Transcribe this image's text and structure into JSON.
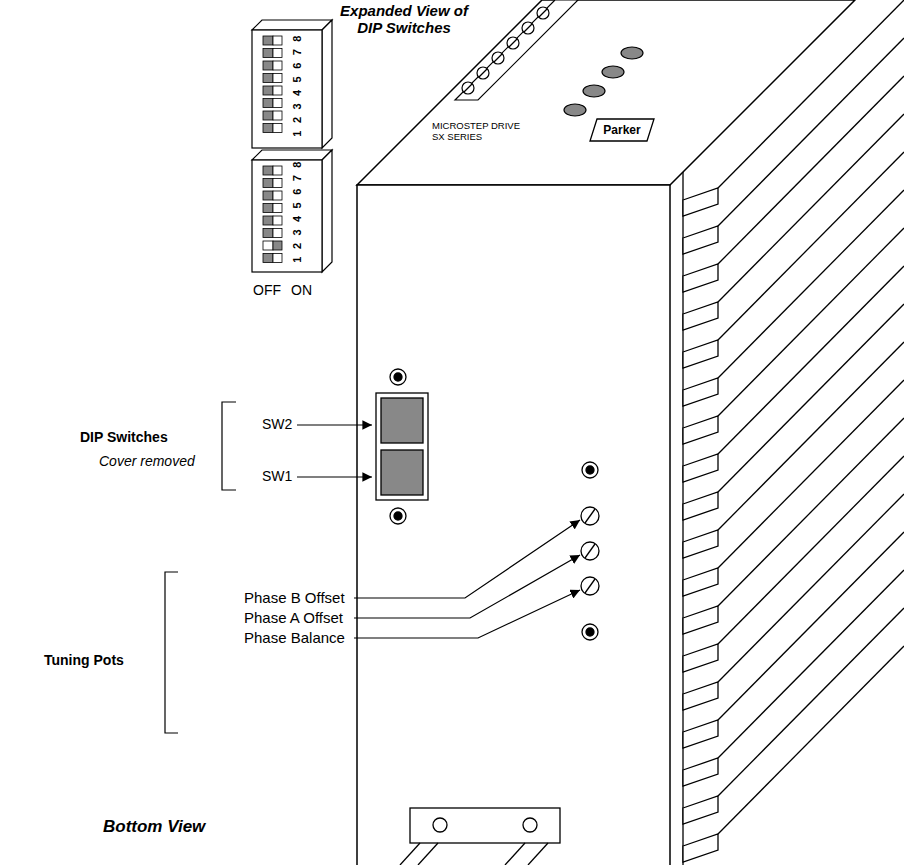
{
  "diagram": {
    "nodes": [
      {
        "text": [
          "Parker"
        ]
      }
    ],
    "labels": [
      "Expanded View of DIP Switches",
      "1 2 3 4 5 6 7 8",
      "1 2 3 4 5 6 7 8",
      "OFF",
      "ON",
      "MICROSTEP DRIVE SX SERIES",
      "SW2",
      "SW1",
      "DIP Switches",
      "Cover removed",
      "Phase B Offset",
      "Phase A Offset",
      "Phase Balance",
      "Tuning Pots",
      "Bottom View"
    ]
  }
}
